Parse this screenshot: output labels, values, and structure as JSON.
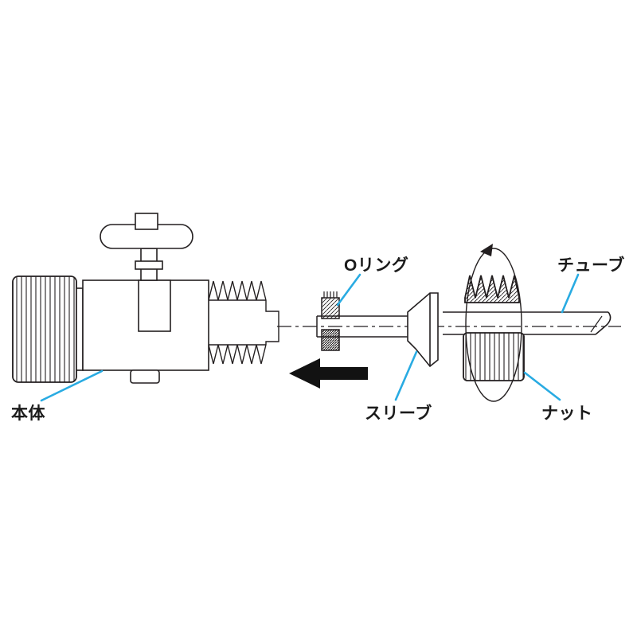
{
  "diagram": {
    "title_semantic": "tube-fitting-assembly-diagram",
    "labels": {
      "body": "本体",
      "o_ring": "Oリング",
      "sleeve": "スリーブ",
      "nut": "ナット",
      "tube": "チューブ"
    },
    "colors": {
      "line": "#231F20",
      "leader": "#29ABE2",
      "arrow": "#121212",
      "background": "#FFFFFF"
    },
    "annotations": {
      "insert_direction": "left",
      "rotation_indicator": "ellipse-around-nut"
    }
  }
}
